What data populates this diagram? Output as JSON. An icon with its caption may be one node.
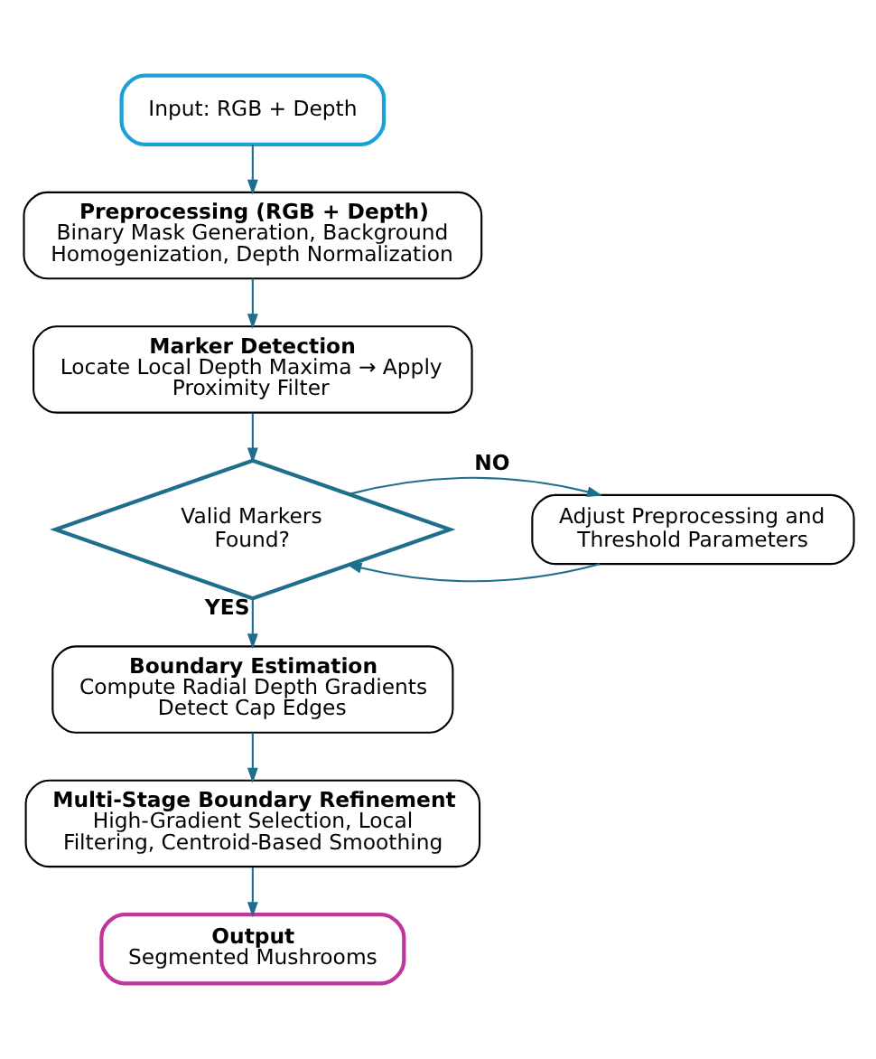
{
  "diagram": {
    "nodes": [
      {
        "text": [
          "Input: RGB + Depth"
        ]
      },
      {
        "text": [
          "Preprocessing (RGB + Depth)",
          "Binary Mask Generation, Background Homogenization, Depth Normalization"
        ]
      },
      {
        "text": [
          "Marker Detection",
          "Locate Local Depth Maxima → Apply Proximity Filter"
        ]
      },
      {
        "text": [
          "Adjust Preprocessing and Threshold Parameters"
        ]
      },
      {
        "text": [
          "Valid Markers Found?"
        ]
      },
      {
        "text": [
          "Boundary Estimation",
          "Compute Radial Depth Gradients Detect Cap Edges"
        ]
      },
      {
        "text": [
          "Multi-Stage Boundary Refinement",
          "High-Gradient Selection, Local Filtering, Centroid-Based Smoothing"
        ]
      },
      {
        "text": [
          "Output",
          "Segmented Mushrooms"
        ]
      }
    ],
    "edges": [
      {
        "from": 0,
        "to": 1,
        "arrow": "to"
      },
      {
        "from": 1,
        "to": 2,
        "arrow": "to"
      },
      {
        "from": 2,
        "to": 4,
        "arrow": "to"
      },
      {
        "from": 3,
        "to": 4,
        "arrow": "to"
      },
      {
        "from": 4,
        "to": 3,
        "label": "NO",
        "arrow": "to"
      },
      {
        "from": 4,
        "to": 5,
        "label": "YES",
        "arrow": "to"
      },
      {
        "from": 5,
        "to": 6,
        "arrow": "to"
      },
      {
        "from": 6,
        "to": 7,
        "arrow": "to"
      }
    ]
  }
}
